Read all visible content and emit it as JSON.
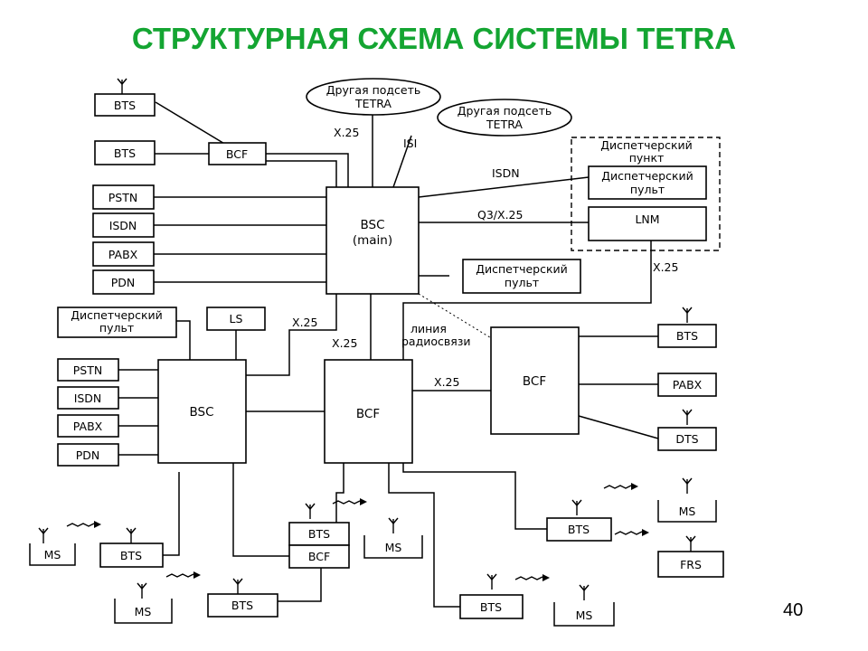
{
  "title": "СТРУКТУРНАЯ СХЕМА СИСТЕМЫ TETRA",
  "page_number": "40",
  "colors": {
    "title": "#14a532",
    "lines": "#000000",
    "background": "#ffffff"
  },
  "nodes": {
    "bts_tl1": "BTS",
    "bts_tl2": "BTS",
    "bcf_top": "BCF",
    "sub1_l1": "Другая подсеть",
    "sub1_l2": "TETRA",
    "sub2_l1": "Другая подсеть",
    "sub2_l2": "TETRA",
    "pstn1": "PSTN",
    "isdn1": "ISDN",
    "pabx1": "PABX",
    "pdn1": "PDN",
    "bsc_main_l1": "BSC",
    "bsc_main_l2": "(main)",
    "disp_group_l1": "Диспетчерский",
    "disp_group_l2": "пункт",
    "disp_console_l1": "Диспетчерский",
    "disp_console_l2": "пульт",
    "lnm": "LNM",
    "disp_mid_l1": "Диспетчерский",
    "disp_mid_l2": "пульт",
    "disp_left_l1": "Диспетчерский",
    "disp_left_l2": "пульт",
    "ls": "LS",
    "pstn2": "PSTN",
    "isdn2": "ISDN",
    "pabx2": "PABX",
    "pdn2": "PDN",
    "bsc2": "BSC",
    "bcf_center": "BCF",
    "bcf_right": "BCF",
    "bts_r1": "BTS",
    "pabx_r": "PABX",
    "dts": "DTS",
    "ms_r1": "MS",
    "bts_r2": "BTS",
    "frs": "FRS",
    "ms_bl": "MS",
    "bts_bl": "BTS",
    "bts_stack": "BTS",
    "bcf_stack": "BCF",
    "ms_c": "MS",
    "ms_b2": "MS",
    "bts_b2": "BTS",
    "bts_b3": "BTS",
    "ms_b3": "MS"
  },
  "links": {
    "x25_a": "X.25",
    "isi": "ISI",
    "isdn_link": "ISDN",
    "q3_x25": "Q3/X.25",
    "x25_b": "X.25",
    "x25_c": "X.25",
    "x25_d": "X.25",
    "x25_e": "X.25",
    "radio_l1": "линия",
    "radio_l2": "радиосвязи"
  }
}
